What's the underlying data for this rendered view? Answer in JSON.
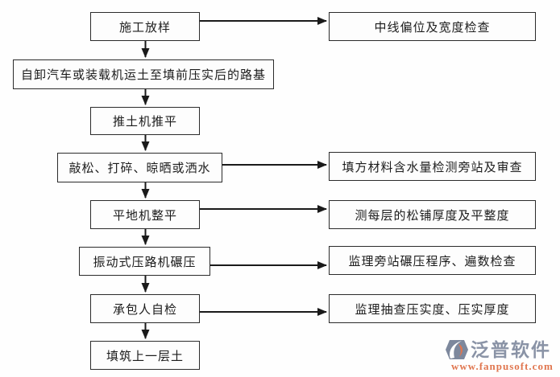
{
  "diagram": {
    "type": "flowchart",
    "language": "zh-CN",
    "flow_nodes": [
      {
        "id": "n1",
        "label": "施工放样"
      },
      {
        "id": "n2",
        "label": "自卸汽车或装载机运土至填前压实后的路基"
      },
      {
        "id": "n3",
        "label": "推土机推平"
      },
      {
        "id": "n4",
        "label": "敲松、打碎、晾晒或洒水"
      },
      {
        "id": "n5",
        "label": "平地机整平"
      },
      {
        "id": "n6",
        "label": "振动式压路机碾压"
      },
      {
        "id": "n7",
        "label": "承包人自检"
      },
      {
        "id": "n8",
        "label": "填筑上一层土"
      }
    ],
    "check_nodes": [
      {
        "id": "c1",
        "label": "中线偏位及宽度检查",
        "from": "n1"
      },
      {
        "id": "c2",
        "label": "填方材料含水量检测旁站及审查",
        "from": "n4"
      },
      {
        "id": "c3",
        "label": "测每层的松铺厚度及平整度",
        "from": "n5"
      },
      {
        "id": "c4",
        "label": "监理旁站碾压程序、遍数检查",
        "from": "n6"
      },
      {
        "id": "c5",
        "label": "监理抽查压实度、压实厚度",
        "from": "n7"
      }
    ],
    "main_flow_order": [
      "n1",
      "n2",
      "n3",
      "n4",
      "n5",
      "n6",
      "n7",
      "n8"
    ],
    "line_color": "#1a1a1a",
    "box_border_color": "#2b2b2b"
  },
  "watermark": {
    "brand": "泛普软件",
    "url": "www.fanpusoft.com",
    "brand_color": "#8a93a6",
    "url_color": "#e0764f",
    "icon_gray": "#7d889d",
    "icon_orange": "#e0764f"
  }
}
